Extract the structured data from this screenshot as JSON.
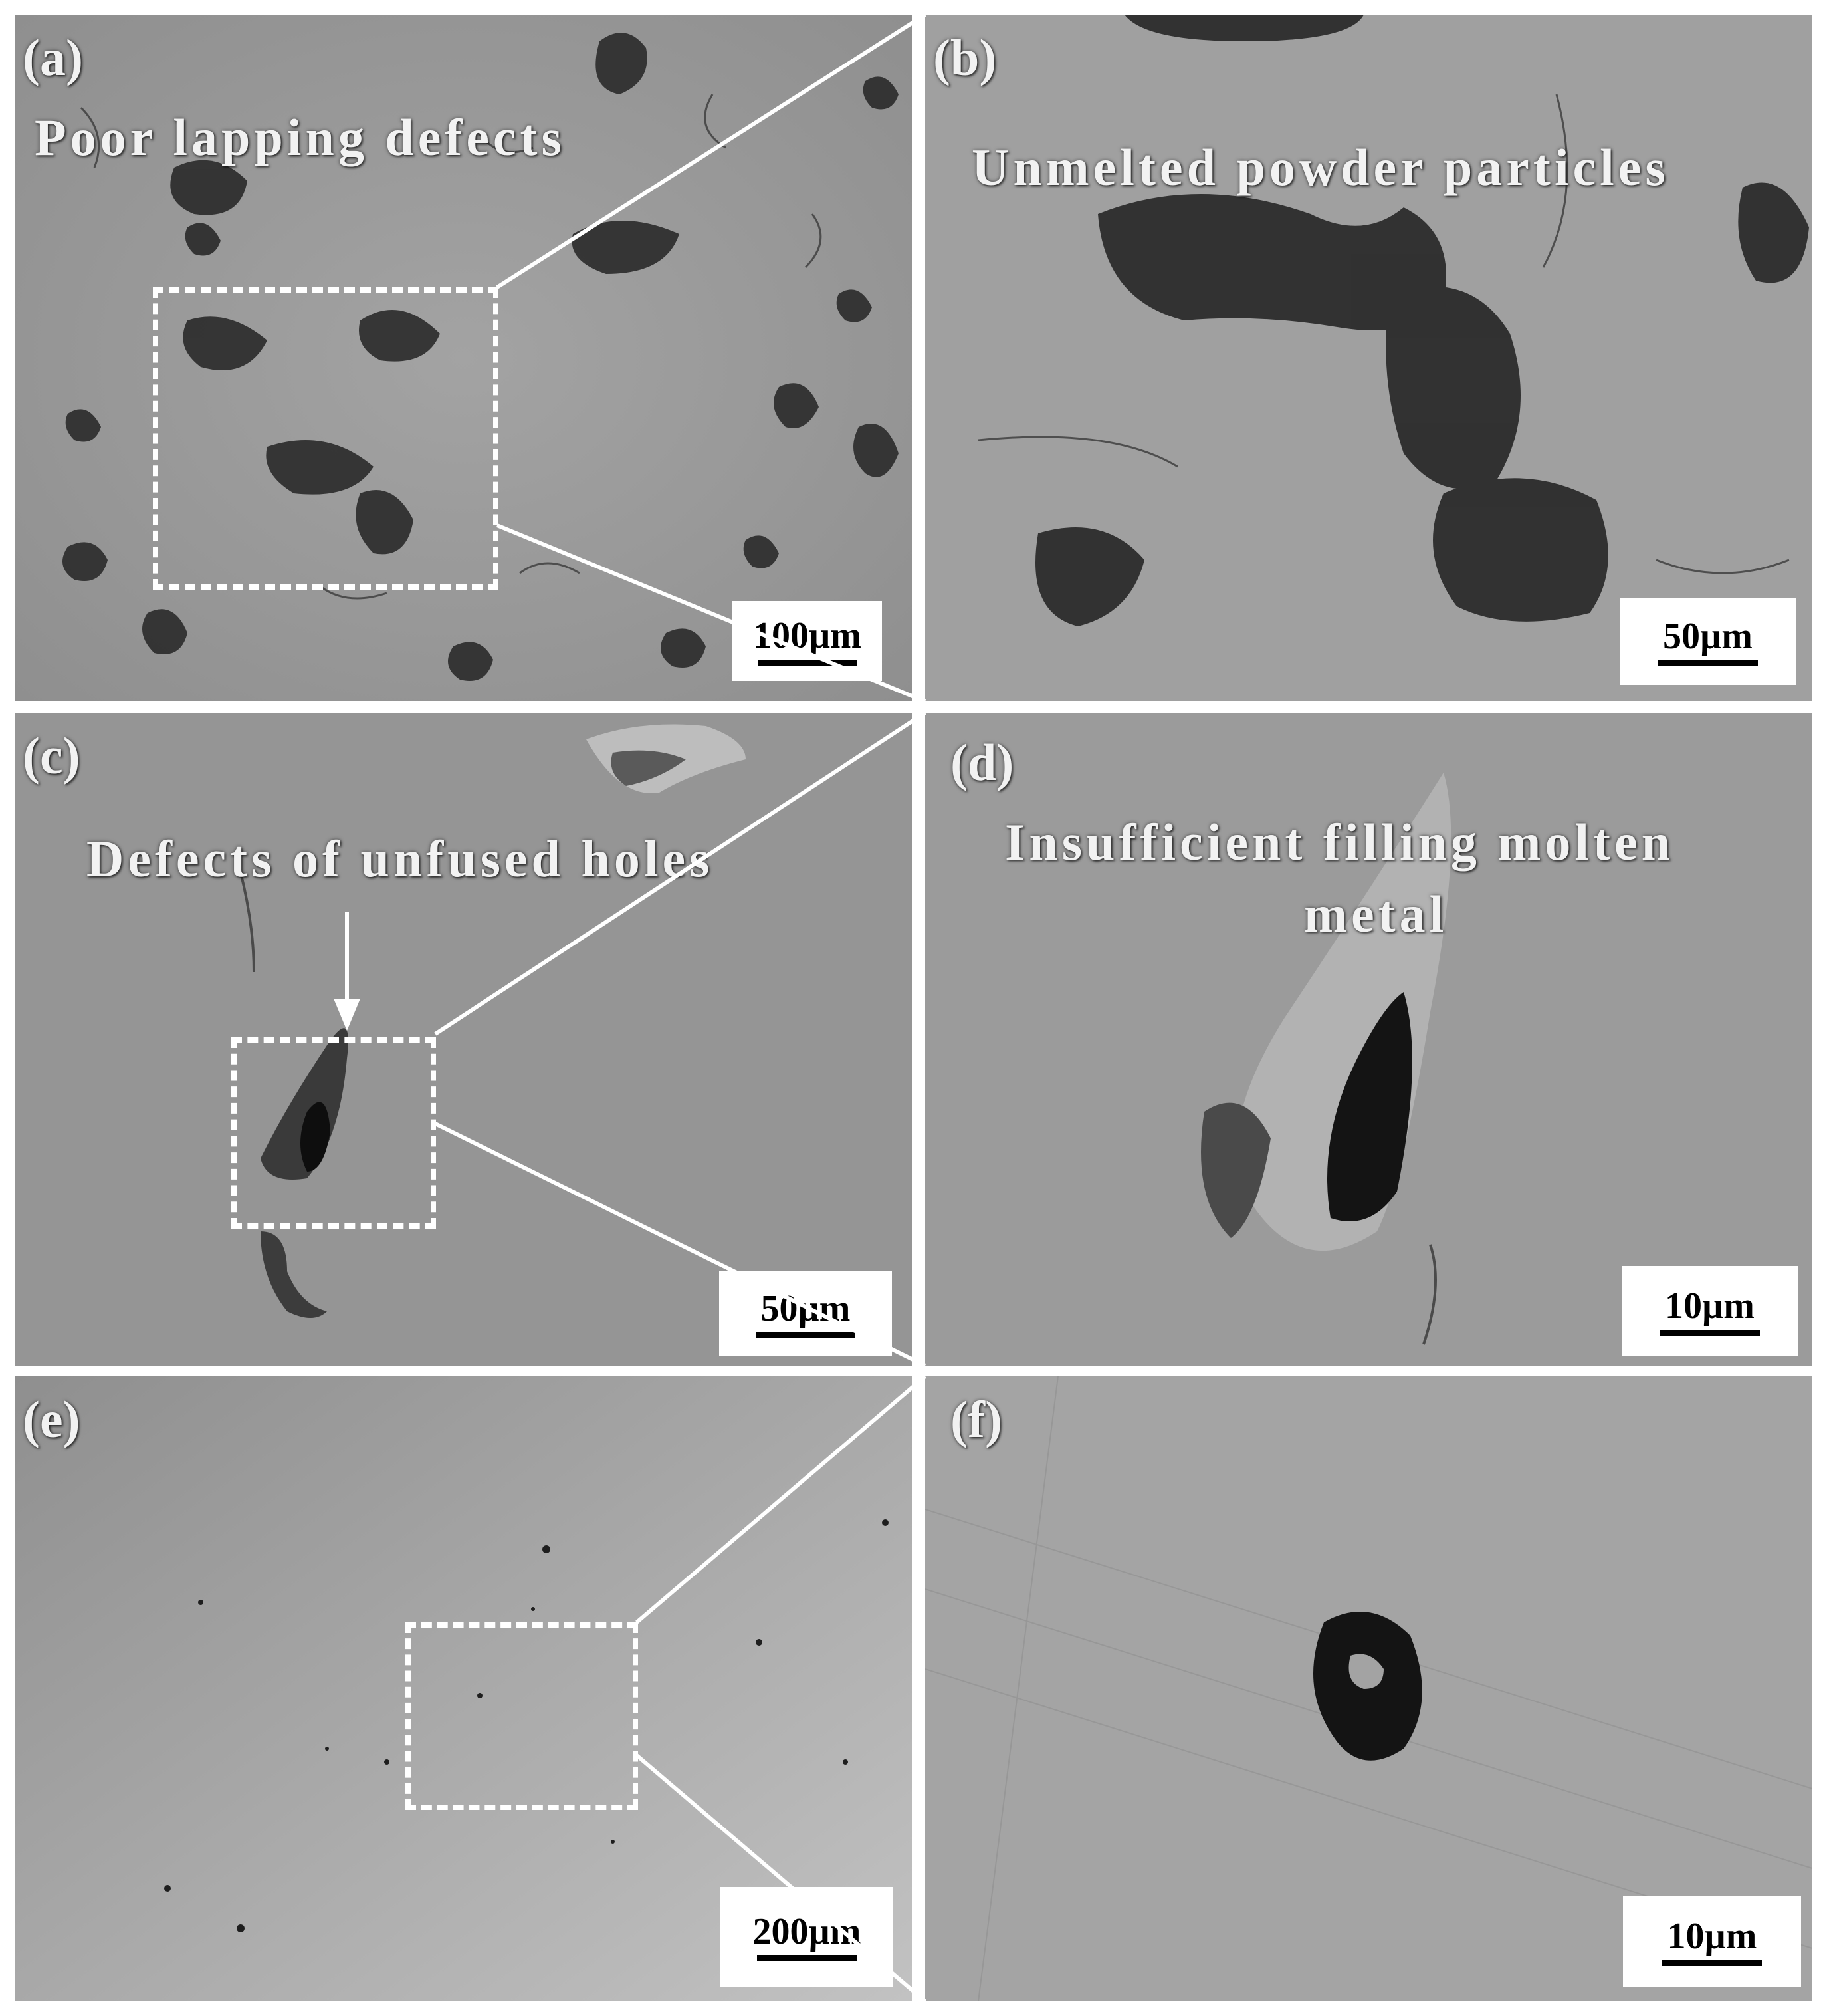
{
  "panels": {
    "a": {
      "label": "(a)",
      "caption": "Poor lapping defects",
      "scale": "100µm"
    },
    "b": {
      "label": "(b)",
      "caption": "Unmelted powder particles",
      "scale": "50µm"
    },
    "c": {
      "label": "(c)",
      "caption": "Defects of unfused holes",
      "scale": "50µm"
    },
    "d": {
      "label": "(d)",
      "caption_line1": "Insufficient filling molten",
      "caption_line2": "metal",
      "scale": "10µm"
    },
    "e": {
      "label": "(e)",
      "scale": "200µm"
    },
    "f": {
      "label": "(f)",
      "scale": "10µm"
    }
  },
  "colors": {
    "micrograph_gray": "#9c9c9c",
    "defect_dark": "#1e1e1e",
    "annotation": "#ffffff"
  }
}
